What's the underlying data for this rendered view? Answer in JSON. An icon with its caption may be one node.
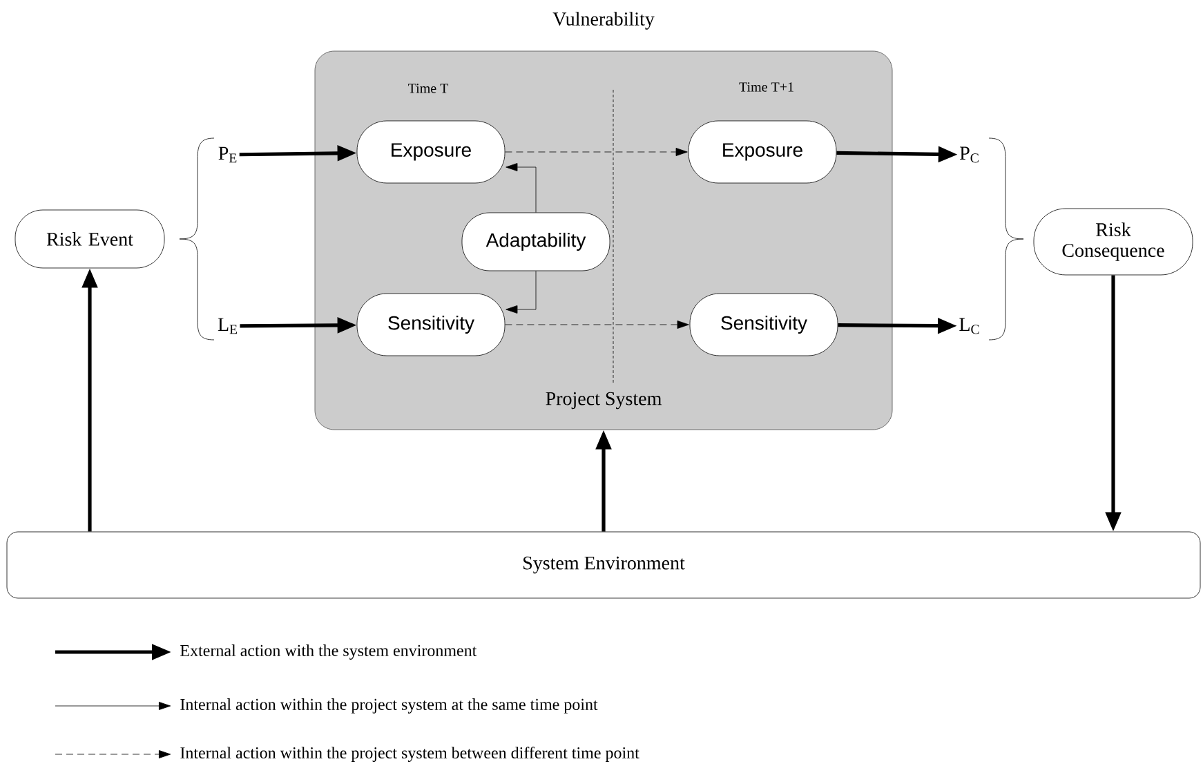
{
  "diagram": {
    "nodes": [
      {
        "text": [
          "Vulnerability",
          "Project System"
        ]
      },
      {
        "text": [
          "Risk Event"
        ]
      },
      {
        "text": [
          "P$_{E}$"
        ]
      },
      {
        "text": [
          "L$_{E}$"
        ]
      },
      {
        "text": [
          "Exposure"
        ],
        "in": 0
      },
      {
        "text": [
          "Sensitivity"
        ],
        "in": 0
      },
      {
        "text": [
          "Adaptability"
        ],
        "in": 0
      },
      {
        "text": [
          "Exposure"
        ],
        "in": 0
      },
      {
        "text": [
          "Sensitivity"
        ],
        "in": 0
      },
      {
        "text": [
          "P$_{C}$"
        ]
      },
      {
        "text": [
          "L$_{C}$"
        ]
      },
      {
        "text": [
          "Risk Consequence"
        ]
      },
      {
        "text": [
          "System Environment"
        ]
      }
    ],
    "edges": [
      {
        "from": 2,
        "to": 4,
        "arrow": "to"
      },
      {
        "from": 3,
        "to": 5,
        "arrow": "to"
      },
      {
        "from": 6,
        "to": 4,
        "arrow": "to"
      },
      {
        "from": 6,
        "to": 5,
        "arrow": "to"
      },
      {
        "from": 4,
        "to": 7,
        "arrow": "to",
        "style": "dashed"
      },
      {
        "from": 5,
        "to": 8,
        "arrow": "to",
        "style": "dashed"
      },
      {
        "from": 7,
        "to": 9,
        "arrow": "to"
      },
      {
        "from": 8,
        "to": 10,
        "arrow": "to"
      },
      {
        "from": 12,
        "to": 1,
        "arrow": "to"
      },
      {
        "from": 12,
        "to": 0,
        "arrow": "to"
      },
      {
        "from": 11,
        "to": 12,
        "arrow": "to"
      }
    ],
    "labels": [
      "Time T",
      "Time T+1"
    ],
    "legend": [
      {
        "text": "External action with the system environment"
      },
      {
        "text": "Internal action within the project system at the same time point"
      },
      {
        "text": "Internal action within the project system between different time point"
      }
    ]
  }
}
